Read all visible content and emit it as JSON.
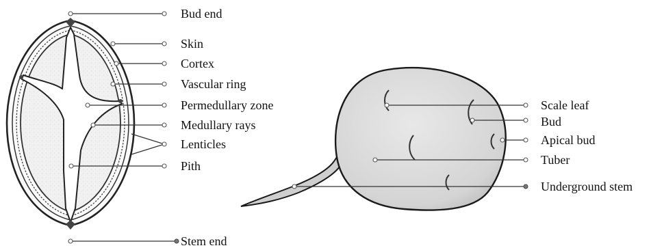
{
  "left_diagram": {
    "labels": [
      {
        "id": "bud-end",
        "text": "Bud end"
      },
      {
        "id": "skin",
        "text": "Skin"
      },
      {
        "id": "cortex",
        "text": "Cortex"
      },
      {
        "id": "vascular-ring",
        "text": "Vascular ring"
      },
      {
        "id": "perimedullary-zone",
        "text": "Permedullary zone"
      },
      {
        "id": "medullary-rays",
        "text": "Medullary rays"
      },
      {
        "id": "lenticles",
        "text": "Lenticles"
      },
      {
        "id": "pith",
        "text": "Pith"
      },
      {
        "id": "stem-end",
        "text": "Stem end"
      }
    ]
  },
  "right_diagram": {
    "labels": [
      {
        "id": "scale-leaf",
        "text": "Scale leaf"
      },
      {
        "id": "bud",
        "text": "Bud"
      },
      {
        "id": "apical-bud",
        "text": "Apical bud"
      },
      {
        "id": "tuber",
        "text": "Tuber"
      },
      {
        "id": "underground-stem",
        "text": "Underground stem"
      }
    ]
  }
}
